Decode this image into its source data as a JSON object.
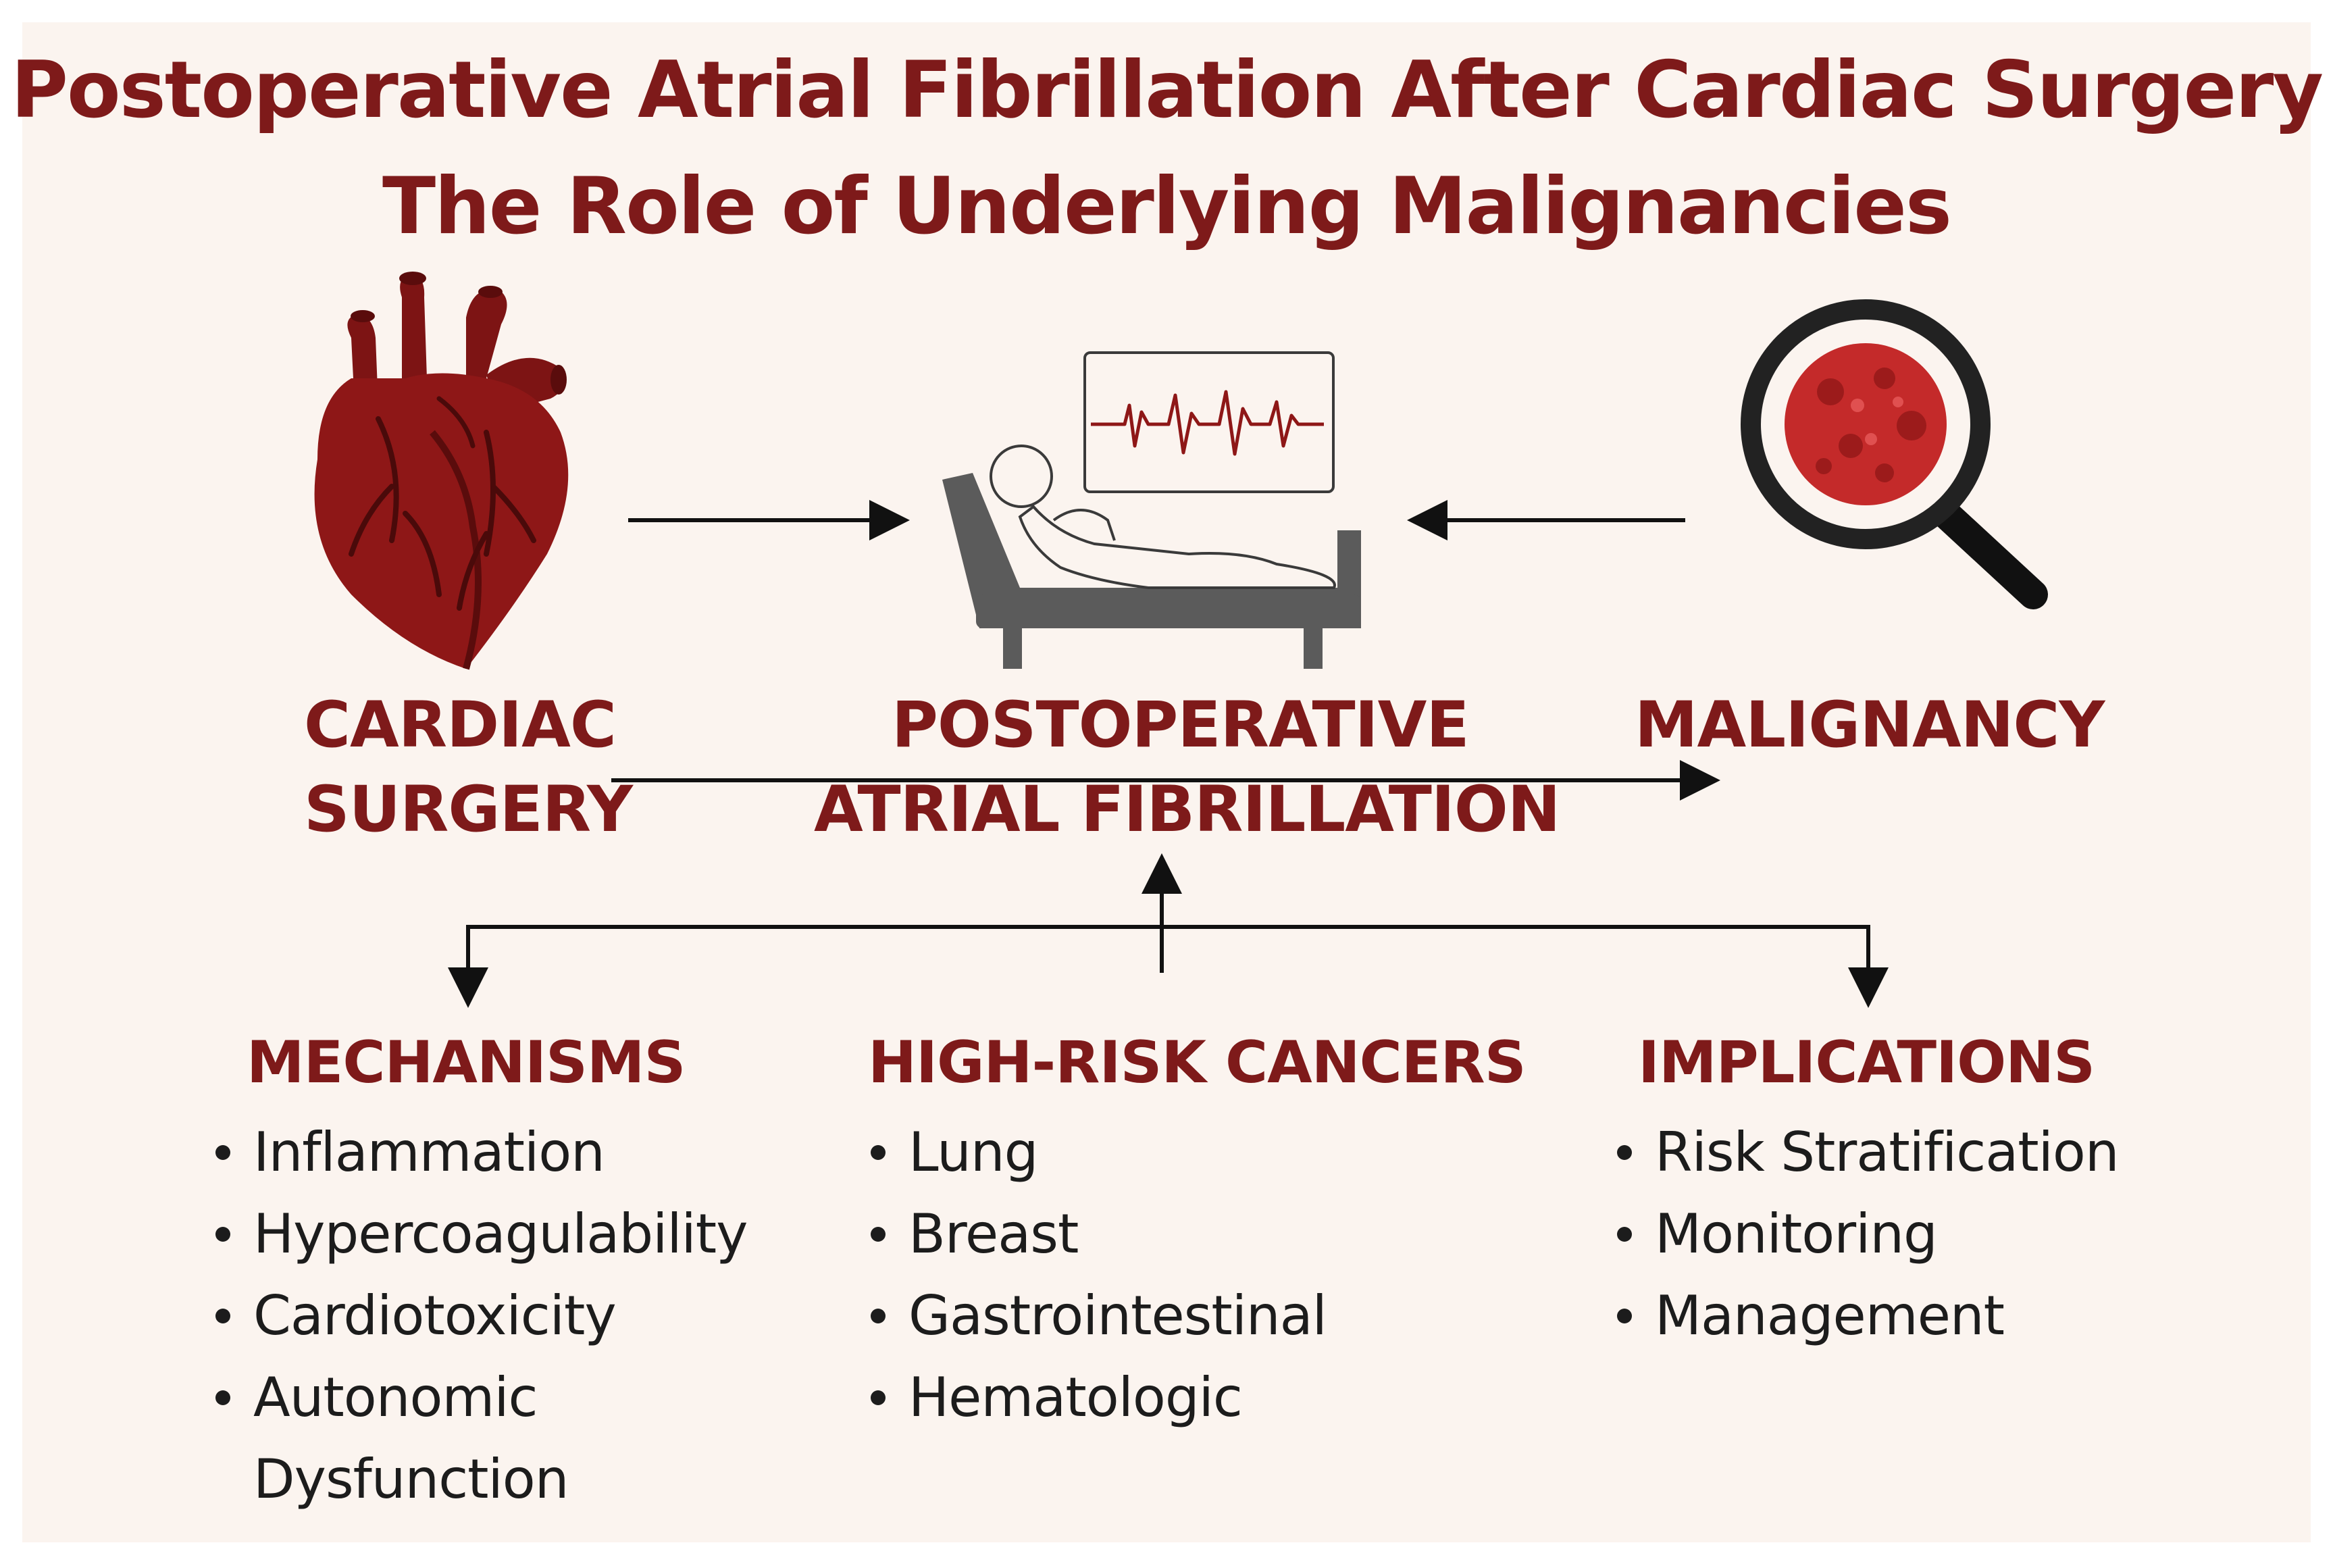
{
  "title_line1": "Postoperative Atrial Fibrillation After Cardiac Surgery",
  "title_line2": "The Role of Underlying Malignancies",
  "nodes": {
    "cardiac_surgery": [
      "CARDIAC",
      "SURGERY"
    ],
    "poaf": [
      "POSTOPERATIVE",
      "ATRIAL FIBRILLATION"
    ],
    "malignancy": "MALIGNANCY"
  },
  "icons": {
    "heart": "heart-icon",
    "patient": "patient-bed-icon",
    "monitor": "ecg-monitor-icon",
    "magnifier": "magnifying-glass-tumor-icon"
  },
  "sections": {
    "mechanisms": {
      "title": "MECHANISMS",
      "items": [
        "Inflammation",
        "Hypercoagulability",
        "Cardiotoxicity",
        "Autonomic Dysfunction"
      ]
    },
    "cancers": {
      "title": "HIGH-RISK CANCERS",
      "items": [
        "Lung",
        "Breast",
        "Gastrointestinal",
        "Hematologic"
      ]
    },
    "implications": {
      "title": "IMPLICATIONS",
      "items": [
        "Risk Stratification",
        "Monitoring",
        "Management"
      ]
    }
  },
  "colors": {
    "title": "#7e1a1a",
    "heart": "#8e1717",
    "tumor": "#c42a2a",
    "background": "#fbf4ef",
    "arrow": "#111111"
  }
}
